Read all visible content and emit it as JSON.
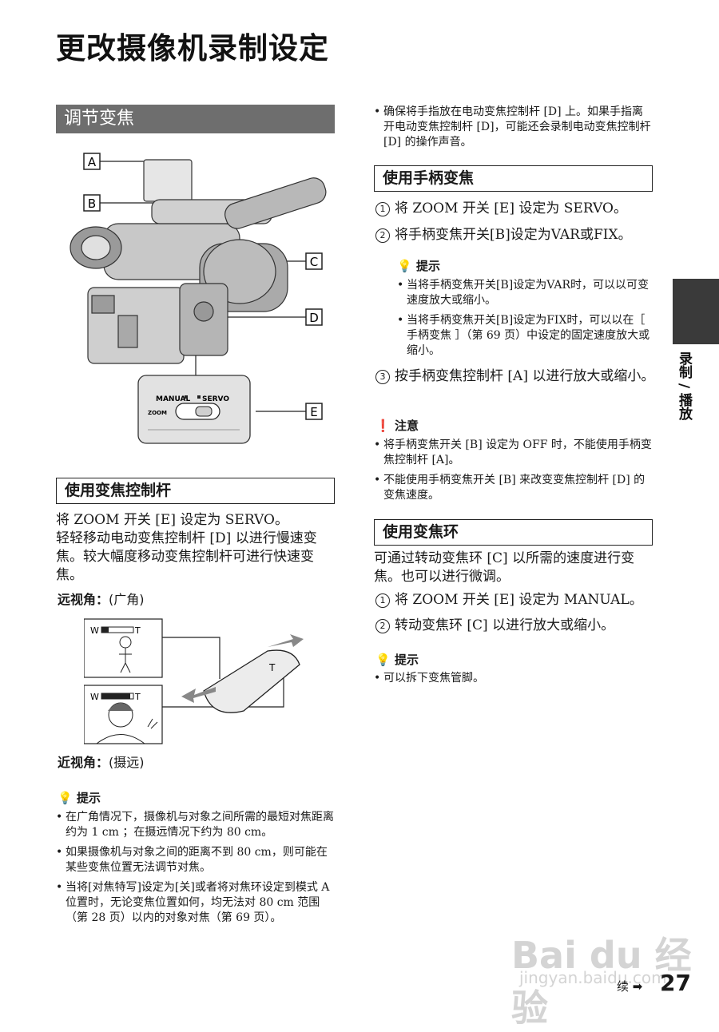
{
  "page_title": "更改摄像机录制设定",
  "section_band": "调节变焦",
  "figure_labels": {
    "a": "A",
    "b": "B",
    "c": "C",
    "d": "D",
    "e": "E"
  },
  "switch_panel": {
    "manual": "MANUAL",
    "servo": "SERVO",
    "zoom": "ZOOM"
  },
  "left": {
    "lever_heading": "使用变焦控制杆",
    "lever_para": "将 ZOOM 开关 [E] 设定为 SERVO。\n轻轻移动电动变焦控制杆 [D] 以进行慢速变焦。较大幅度移动变焦控制杆可进行快速变焦。",
    "wide_label": "远视角：",
    "wide_paren": "(广角)",
    "tele_label": "近视角：",
    "tele_paren": "(摄远)",
    "scale_w": "W",
    "scale_t": "T",
    "lever_t": "T",
    "tips_title": "提示",
    "tips": [
      "在广角情况下，摄像机与对象之间所需的最短对焦距离约为 1 cm ；在摄远情况下约为 80 cm。",
      "如果摄像机与对象之间的距离不到 80 cm，则可能在某些变焦位置无法调节对焦。",
      "当将[对焦特写]设定为[关]或者将对焦环设定到模式 A 位置时，无论变焦位置如何，均无法对 80 cm 范围（第 28 页）以内的对象对焦（第 69 页）。"
    ]
  },
  "right": {
    "top_note": "确保将手指放在电动变焦控制杆 [D] 上。如果手指离开电动变焦控制杆 [D]，可能还会录制电动变焦控制杆 [D] 的操作声音。",
    "handle_heading": "使用手柄变焦",
    "handle_steps": [
      {
        "num": "1",
        "text": "将 ZOOM 开关 [E] 设定为 SERVO。"
      },
      {
        "num": "2",
        "text": "将手柄变焦开关[B]设定为VAR或FIX。"
      }
    ],
    "handle_tips_title": "提示",
    "handle_tips": [
      "当将手柄变焦开关[B]设定为VAR时，可以以可变速度放大或缩小。",
      "当将手柄变焦开关[B]设定为FIX时，可以以在［ 手柄变焦 ］（第 69 页）中设定的固定速度放大或缩小。"
    ],
    "handle_step3": {
      "num": "3",
      "text": "按手柄变焦控制杆 [A] 以进行放大或缩小。"
    },
    "caution_title": "注意",
    "cautions": [
      "将手柄变焦开关 [B] 设定为 OFF 时，不能使用手柄变焦控制杆 [A]。",
      "不能使用手柄变焦开关 [B] 来改变变焦控制杆 [D] 的变焦速度。"
    ],
    "ring_heading": "使用变焦环",
    "ring_para": "可通过转动变焦环 [C] 以所需的速度进行变焦。也可以进行微调。",
    "ring_steps": [
      {
        "num": "1",
        "text": "将 ZOOM 开关 [E] 设定为 MANUAL。"
      },
      {
        "num": "2",
        "text": "转动变焦环 [C] 以进行放大或缩小。"
      }
    ],
    "ring_tips_title": "提示",
    "ring_tips": [
      "可以拆下变焦管脚。"
    ]
  },
  "side_tab_label": "录制 / 播放",
  "footer": {
    "continued": "续",
    "arrow": "➡",
    "page_number": "27"
  },
  "watermark": {
    "logo": "Bai du 经验",
    "url": "jingyan.baidu.com"
  }
}
